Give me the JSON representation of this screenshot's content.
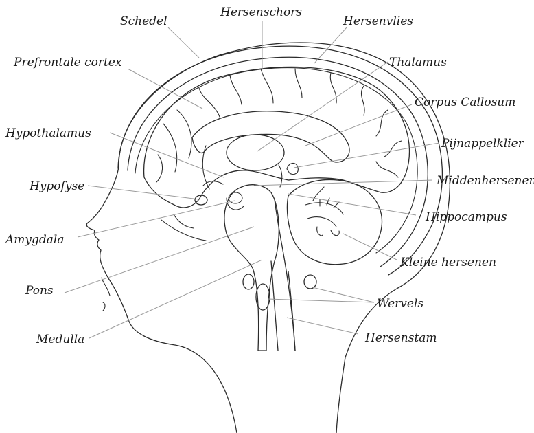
{
  "labels": {
    "schedel": "Schedel",
    "hersenschors": "Hersenschors",
    "hersenvlies": "Hersenvlies",
    "prefrontale_cortex": "Prefrontale cortex",
    "thalamus": "Thalamus",
    "corpus_callosum": "Corpus Callosum",
    "hypothalamus": "Hypothalamus",
    "pijnappelklier": "Pijnappelklier",
    "hypofyse": "Hypofyse",
    "middenhersenen": "Middenhersenen",
    "amygdala": "Amygdala",
    "hippocampus": "Hippocampus",
    "pons": "Pons",
    "kleine_hersenen": "Kleine hersenen",
    "wervels": "Wervels",
    "medulla": "Medulla",
    "hersenstam": "Hersenstam"
  },
  "colors": {
    "line": "#2b2b2b",
    "leader": "#9a9a9a",
    "text": "#1a1a1a"
  }
}
